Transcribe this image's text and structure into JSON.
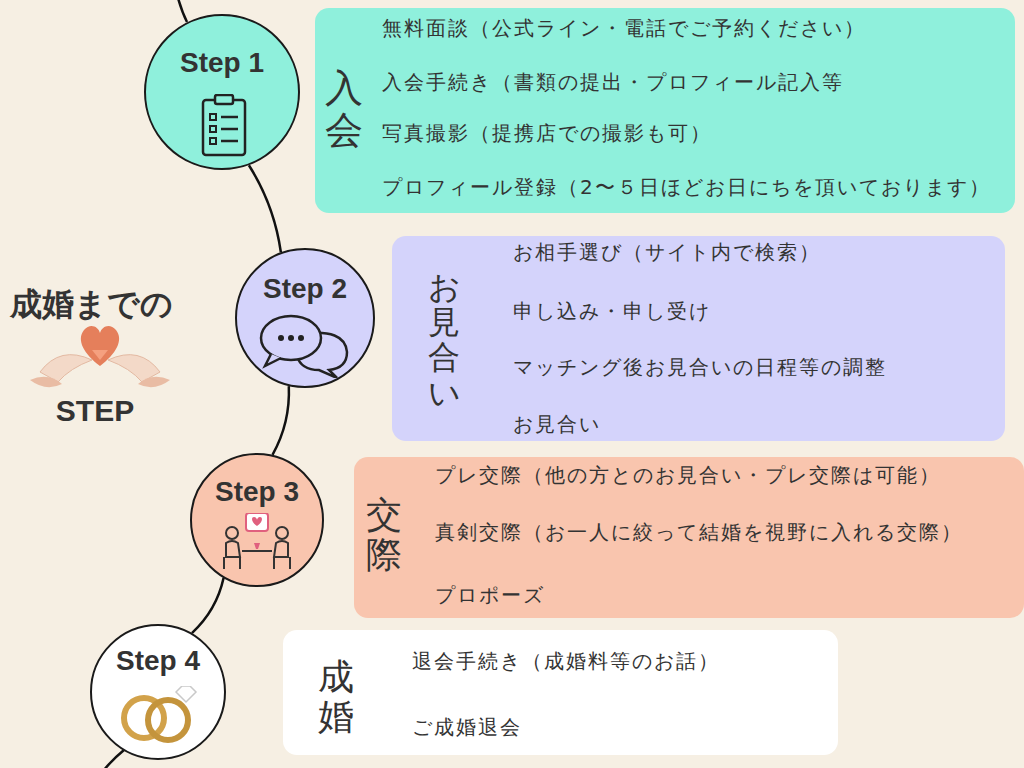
{
  "diagram": {
    "nodes": [
      {
        "text": [
          "Step 1"
        ]
      },
      {
        "text": [
          "入会",
          "無料面談（公式ライン・電話でご予約ください）",
          "入会手続き（書類の提出・プロフィール記入等",
          "写真撮影（提携店での撮影も可）",
          "プロフィール登録（2〜５日ほどお日にちを頂いております）"
        ]
      },
      {
        "text": [
          "Step 2"
        ]
      },
      {
        "text": [
          "お見合い",
          "お相手選び（サイト内で検索）",
          "申し込み・申し受け",
          "マッチング後お見合いの日程等の調整",
          "お見合い"
        ]
      },
      {
        "text": [
          "Step 3"
        ]
      },
      {
        "text": [
          "交際",
          "プレ交際（他の方とのお見合い・プレ交際は可能）",
          "真剣交際（お一人に絞って結婚を視野に入れる交際）",
          "プロポーズ"
        ]
      },
      {
        "text": [
          "Step 4"
        ]
      },
      {
        "text": [
          "成婚",
          "退会手続き（成婚料等のお話）",
          "ご成婚退会"
        ]
      }
    ],
    "edges": [
      {
        "from": 0,
        "to": 2,
        "arrow": "none"
      },
      {
        "from": 2,
        "to": 4,
        "arrow": "none"
      },
      {
        "from": 4,
        "to": 6,
        "arrow": "none"
      }
    ],
    "labels": [
      "成婚までの",
      "STEP"
    ]
  }
}
